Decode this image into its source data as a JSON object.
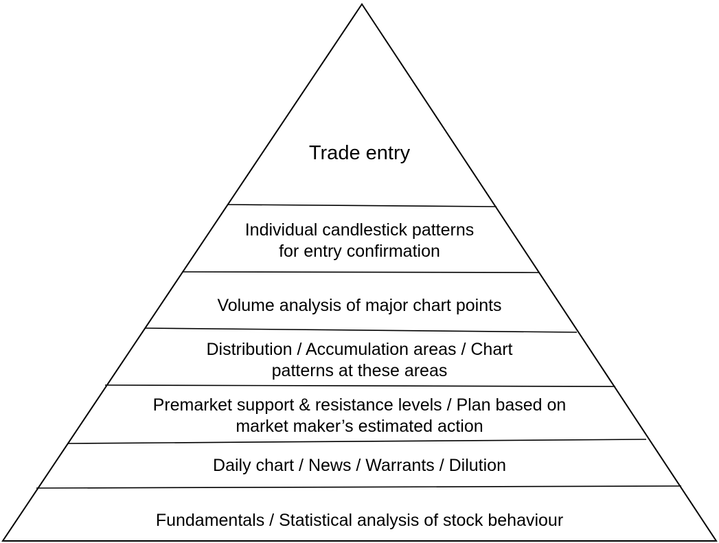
{
  "diagram": {
    "layers": [
      {
        "lines": [
          "Trade entry"
        ]
      },
      {
        "lines": [
          "Individual candlestick patterns",
          "for entry confirmation"
        ]
      },
      {
        "lines": [
          "Volume analysis of major chart points"
        ]
      },
      {
        "lines": [
          "Distribution / Accumulation areas / Chart",
          "patterns at these areas"
        ]
      },
      {
        "lines": [
          "Premarket support & resistance levels / Plan based on",
          "market maker’s estimated action"
        ]
      },
      {
        "lines": [
          "Daily chart / News / Warrants / Dilution"
        ]
      },
      {
        "lines": [
          "Fundamentals / Statistical analysis of stock behaviour"
        ]
      }
    ]
  }
}
